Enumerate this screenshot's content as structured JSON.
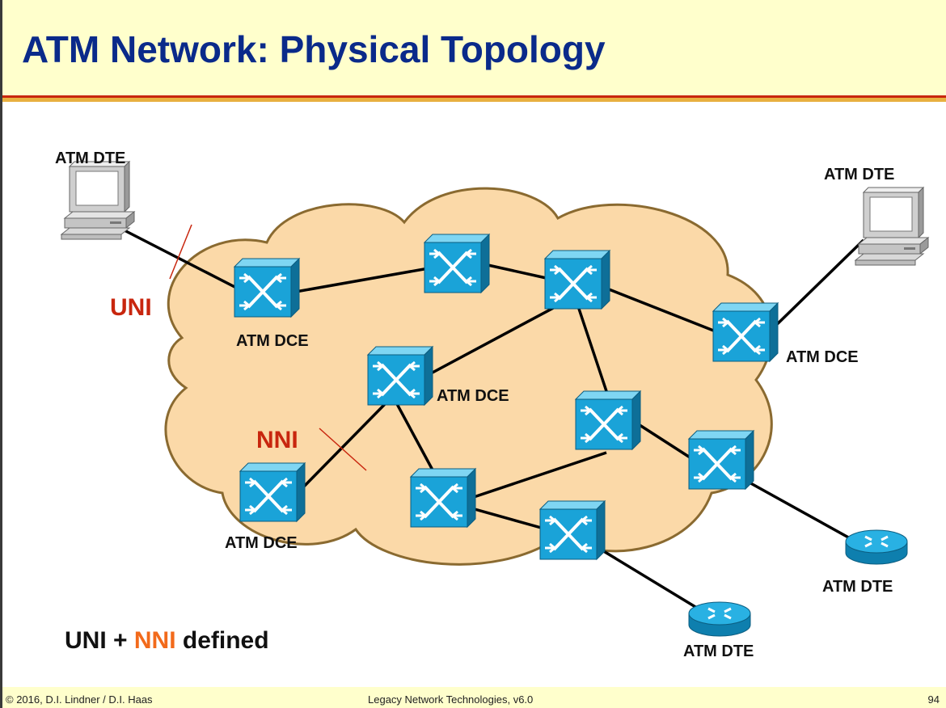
{
  "slide": {
    "title": "ATM Network: Physical Topology"
  },
  "labels": {
    "dte_top_left": "ATM DTE",
    "dte_top_right": "ATM DTE",
    "dte_bottom_right": "ATM DTE",
    "dte_bottom_center": "ATM DTE",
    "dce_left": "ATM DCE",
    "dce_center": "ATM DCE",
    "dce_right": "ATM DCE",
    "dce_bottom_left": "ATM DCE",
    "uni": "UNI",
    "nni": "NNI"
  },
  "note": {
    "part1": "UNI + ",
    "part2": "NNI",
    "part3": " defined"
  },
  "footer": {
    "copyright": "© 2016, D.I. Lindner / D.I. Haas",
    "course": "Legacy Network Technologies, v6.0",
    "page": "94"
  },
  "colors": {
    "title": "#0a2a8a",
    "header_bg": "#ffffcc",
    "cloud_fill": "#fbd9a8",
    "cloud_stroke": "#8a6a30",
    "switch_fill": "#1aa3d8",
    "interface_label": "#c8260e",
    "note_highlight": "#f26a1b"
  },
  "icons": {
    "switch": "atm-switch-icon",
    "workstation": "workstation-icon",
    "router": "router-icon"
  }
}
